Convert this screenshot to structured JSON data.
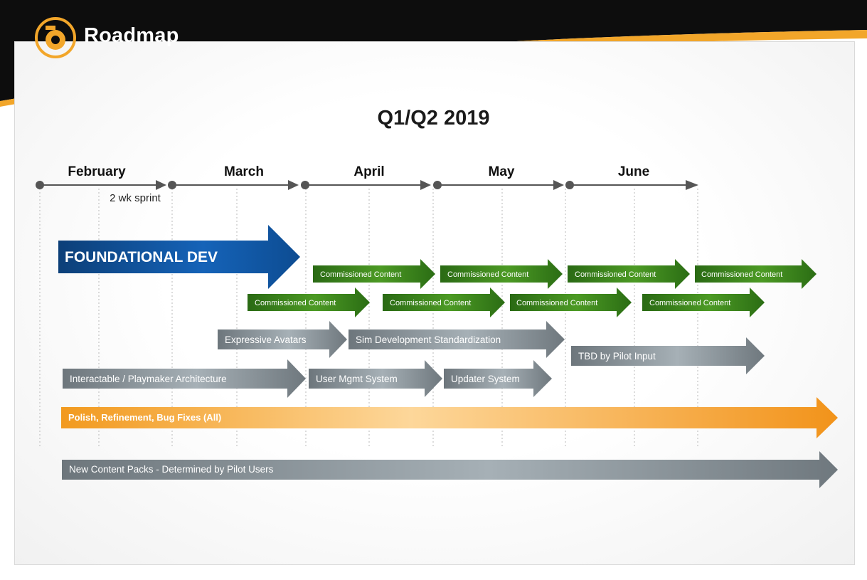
{
  "header": {
    "app_title": "Roadmap",
    "colors": {
      "black": "#0d0d0d",
      "accent": "#f2a62a"
    }
  },
  "title": "Q1/Q2 2019",
  "timeline": {
    "months": [
      "February",
      "March",
      "April",
      "May",
      "June"
    ],
    "note": "2 wk sprint"
  },
  "items": {
    "foundational": "FOUNDATIONAL DEV",
    "commissioned_label": "Commissioned Content",
    "expressive_avatars": "Expressive Avatars",
    "sim_dev": "Sim Development Standardization",
    "tbd_pilot": "TBD by Pilot Input",
    "interactable": "Interactable / Playmaker Architecture",
    "user_mgmt": "User Mgmt System",
    "updater": "Updater System",
    "polish": "Polish, Refinement, Bug Fixes (All)",
    "content_packs": "New Content Packs - Determined by Pilot Users"
  },
  "colors": {
    "blue": "#0e4f9a",
    "green": "#2f7a18",
    "gray": "#7b848a",
    "orange": "#f39a1e"
  }
}
